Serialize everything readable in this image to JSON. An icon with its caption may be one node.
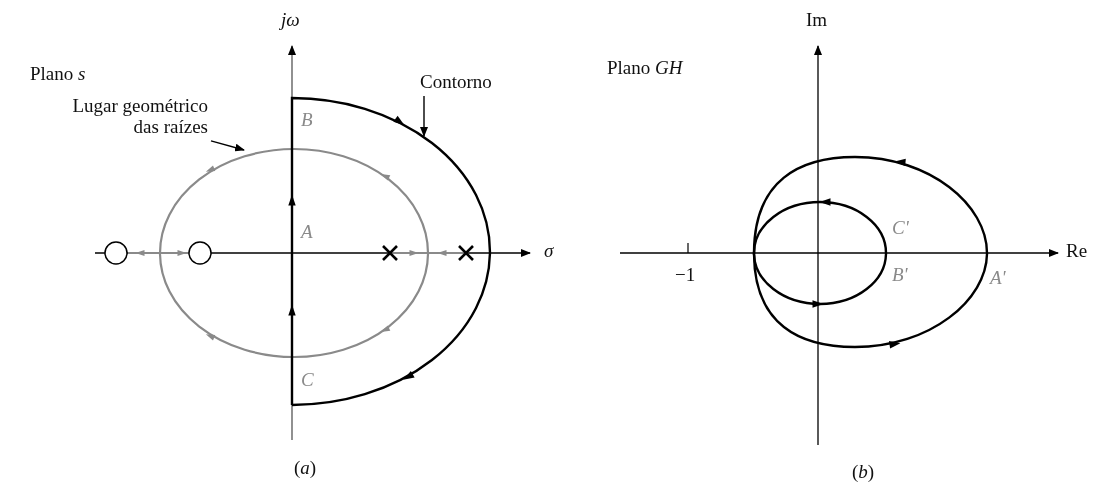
{
  "diagram": {
    "nodes": [
      {
        "text": [
          "Lugar geométrico das raízes"
        ]
      },
      {
        "text": [
          "Contorno"
        ]
      },
      {
        "text": [],
        "shape": "ellipse"
      },
      {
        "text": [],
        "shape": "curve"
      }
    ],
    "edges": [
      {
        "from": 0,
        "to": 2,
        "arrow": "to"
      },
      {
        "from": 1,
        "to": 3,
        "arrow": "to"
      }
    ],
    "labels": [
      "jω",
      "Plano *s*",
      "B",
      "A",
      "σ",
      "C",
      "(*a*)",
      "Im",
      "Plano *GH*",
      "C'",
      "Re",
      "−1",
      "B'",
      "A'",
      "(*b*)"
    ]
  }
}
